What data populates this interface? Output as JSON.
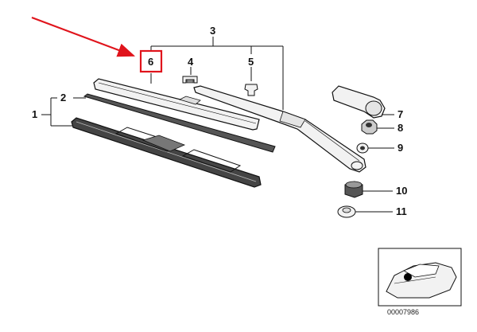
{
  "diagram": {
    "callouts": {
      "c1": "1",
      "c2": "2",
      "c3": "3",
      "c4": "4",
      "c5": "5",
      "c6": "6",
      "c7": "7",
      "c8": "8",
      "c9": "9",
      "c10": "10",
      "c11": "11"
    },
    "highlight_color": "#e0141c",
    "line_color": "#111111",
    "part_fill": "#f2f2f2",
    "catalog_number": "00007986"
  }
}
